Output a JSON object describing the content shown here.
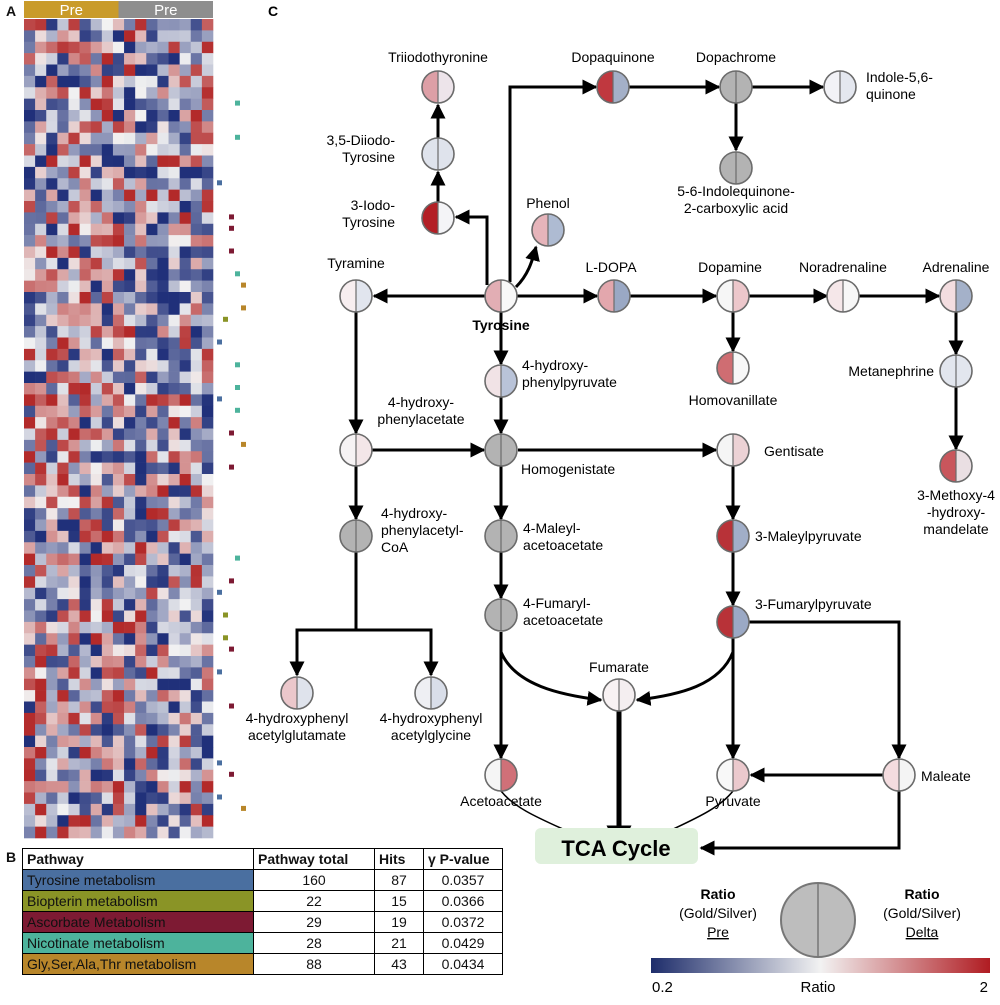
{
  "panel_labels": {
    "a": "A",
    "b": "B",
    "c": "C"
  },
  "heatmap": {
    "group_labels": [
      "Pre",
      "Pre"
    ],
    "group_colors": [
      "#c99b2a",
      "#8e8e8e"
    ],
    "rows": 72,
    "cols": 17,
    "scale": {
      "low": "#20307a",
      "mid": "#f2f2f2",
      "high": "#b32a2a"
    }
  },
  "pathway_table": {
    "headers": [
      "Pathway",
      "Pathway total",
      "Hits",
      "γ P-value"
    ],
    "rows": [
      {
        "name": "Tyrosine metabolism",
        "total": "160",
        "hits": "87",
        "p": "0.0357",
        "color": "#4a6fa0"
      },
      {
        "name": "Biopterin metabolism",
        "total": "22",
        "hits": "15",
        "p": "0.0366",
        "color": "#8a9426"
      },
      {
        "name": "Ascorbate Metabolism",
        "total": "29",
        "hits": "19",
        "p": "0.0372",
        "color": "#7d1a33"
      },
      {
        "name": "Nicotinate metabolism",
        "total": "28",
        "hits": "21",
        "p": "0.0429",
        "color": "#4db39c"
      },
      {
        "name": "Gly,Ser,Ala,Thr metabolism",
        "total": "88",
        "hits": "43",
        "p": "0.0434",
        "color": "#b8862a"
      }
    ]
  },
  "pathway": {
    "nodes": [
      {
        "id": "triiodothyronine",
        "label": "Triiodothyronine",
        "left": "#dd9fa6",
        "right": "#ede4ea"
      },
      {
        "id": "diiodotyrosine",
        "label": "3,5-Diiodo-\nTyrosine",
        "left": "#dfe3ec",
        "right": "#dfe3ec"
      },
      {
        "id": "iodotyrosine",
        "label": "3-Iodo-\nTyrosine",
        "left": "#b31f25",
        "right": "#f4f4f7"
      },
      {
        "id": "dopaquinone",
        "label": "Dopaquinone",
        "left": "#c0383f",
        "right": "#a4b0c8"
      },
      {
        "id": "dopachrome",
        "label": "Dopachrome",
        "left": "#b3b3b3",
        "right": "#b3b3b3"
      },
      {
        "id": "indolequinone",
        "label": "Indole-5,6-\nquinone",
        "left": "#f2f2f6",
        "right": "#e4e7ef"
      },
      {
        "id": "indolequinone_carboxylic",
        "label": "5-6-Indolequinone-\n2-carboxylic acid",
        "left": "#b3b3b3",
        "right": "#b3b3b3"
      },
      {
        "id": "phenol",
        "label": "Phenol",
        "left": "#e6b4ba",
        "right": "#aebbd2"
      },
      {
        "id": "tyramine",
        "label": "Tyramine",
        "left": "#f7eef0",
        "right": "#e1e5ee"
      },
      {
        "id": "tyrosine",
        "label": "Tyrosine",
        "left": "#e2aeb4",
        "right": "#f8f8f8"
      },
      {
        "id": "ldopa",
        "label": "L-DOPA",
        "left": "#e3a7ad",
        "right": "#9aa8c4"
      },
      {
        "id": "dopamine",
        "label": "Dopamine",
        "left": "#f6f6f6",
        "right": "#ecc7cb"
      },
      {
        "id": "noradrenaline",
        "label": "Noradrenaline",
        "left": "#f5e7e9",
        "right": "#f7f7f7"
      },
      {
        "id": "adrenaline",
        "label": "Adrenaline",
        "left": "#f3dde0",
        "right": "#a4b1c9"
      },
      {
        "id": "hydroxyphenylpyruvate",
        "label": "4-hydroxy-\nphenylpyruvate",
        "left": "#f1e3e6",
        "right": "#b9c3d8"
      },
      {
        "id": "homovanillate",
        "label": "Homovanillate",
        "left": "#cf6d72",
        "right": "#f7f7f7"
      },
      {
        "id": "metanephrine",
        "label": "Metanephrine",
        "left": "#e2e6ee",
        "right": "#e2e6ee"
      },
      {
        "id": "hydroxyphenylacetate",
        "label": "4-hydroxy-\nphenylacetate",
        "left": "#f6f3f4",
        "right": "#f3e6e8"
      },
      {
        "id": "homogenistate",
        "label": "Homogenistate",
        "left": "#b3b3b3",
        "right": "#b3b3b3"
      },
      {
        "id": "gentisate",
        "label": "Gentisate",
        "left": "#f5f5f5",
        "right": "#ecd2d5"
      },
      {
        "id": "methoxymandelate",
        "label": "3-Methoxy-4\n-hydroxy-\nmandelate",
        "left": "#c9565c",
        "right": "#eadfe3"
      },
      {
        "id": "hydroxyphenylacetylcoa",
        "label": "4-hydroxy-\nphenylacetyl-\nCoA",
        "left": "#b3b3b3",
        "right": "#b3b3b3"
      },
      {
        "id": "maleylacetoacetate",
        "label": "4-Maleyl-\nacetoacetate",
        "left": "#b3b3b3",
        "right": "#b3b3b3"
      },
      {
        "id": "maleylpyruvate",
        "label": "3-Maleylpyruvate",
        "left": "#b83238",
        "right": "#a1aec8"
      },
      {
        "id": "fumarylacetoacetate",
        "label": "4-Fumaryl-\nacetoacetate",
        "left": "#b3b3b3",
        "right": "#b3b3b3"
      },
      {
        "id": "fumarylpyruvate",
        "label": "3-Fumarylpyruvate",
        "left": "#b83238",
        "right": "#9ba9c5"
      },
      {
        "id": "fumarate",
        "label": "Fumarate",
        "left": "#f8f2f3",
        "right": "#f4eef0"
      },
      {
        "id": "hpaglutamate",
        "label": "4-hydroxyphenyl\nacetylglutamate",
        "left": "#ebc7cb",
        "right": "#dfe3ec"
      },
      {
        "id": "hpaglycine",
        "label": "4-hydroxyphenyl\nacetylglycine",
        "left": "#eeeff3",
        "right": "#d9dee9"
      },
      {
        "id": "acetoacetate",
        "label": "Acetoacetate",
        "left": "#f5f5f5",
        "right": "#d07078"
      },
      {
        "id": "pyruvate",
        "label": "Pyruvate",
        "left": "#f8f8f8",
        "right": "#ebc9cd"
      },
      {
        "id": "maleate",
        "label": "Maleate",
        "left": "#f4dcdf",
        "right": "#f4f4f4"
      }
    ],
    "tca_label": "TCA Cycle",
    "legend": {
      "left_title": "Ratio",
      "left_sub": "(Gold/Silver)",
      "left_under": "Pre",
      "right_title": "Ratio",
      "right_sub": "(Gold/Silver)",
      "right_under": "Delta",
      "scale_min": "0.2",
      "scale_max": "2",
      "scale_label": "Ratio",
      "scale_low": "#1e2d6b",
      "scale_mid": "#f2f2f2",
      "scale_high": "#b01c22"
    }
  }
}
